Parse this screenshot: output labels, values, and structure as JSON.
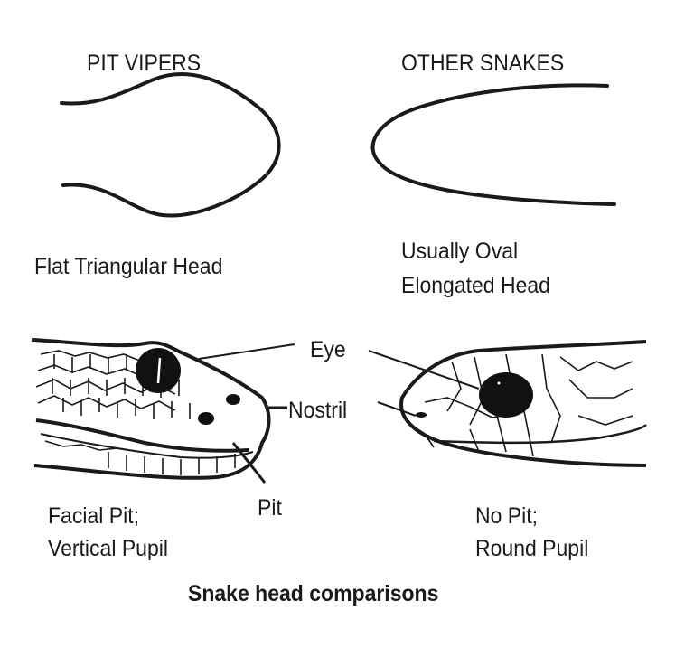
{
  "diagram": {
    "title": "Snake head comparisons",
    "left": {
      "heading": "PIT VIPERS",
      "outline_caption": "Flat Triangular Head",
      "features_line1": "Facial Pit;",
      "features_line2": "Vertical Pupil"
    },
    "right": {
      "heading": "OTHER SNAKES",
      "outline_caption_line1": "Usually Oval",
      "outline_caption_line2": "Elongated Head",
      "features_line1": "No Pit;",
      "features_line2": "Round Pupil"
    },
    "callouts": {
      "eye": "Eye",
      "nostril": "Nostril",
      "pit": "Pit"
    },
    "colors": {
      "ink": "#1a1a1a",
      "background": "#ffffff"
    }
  }
}
